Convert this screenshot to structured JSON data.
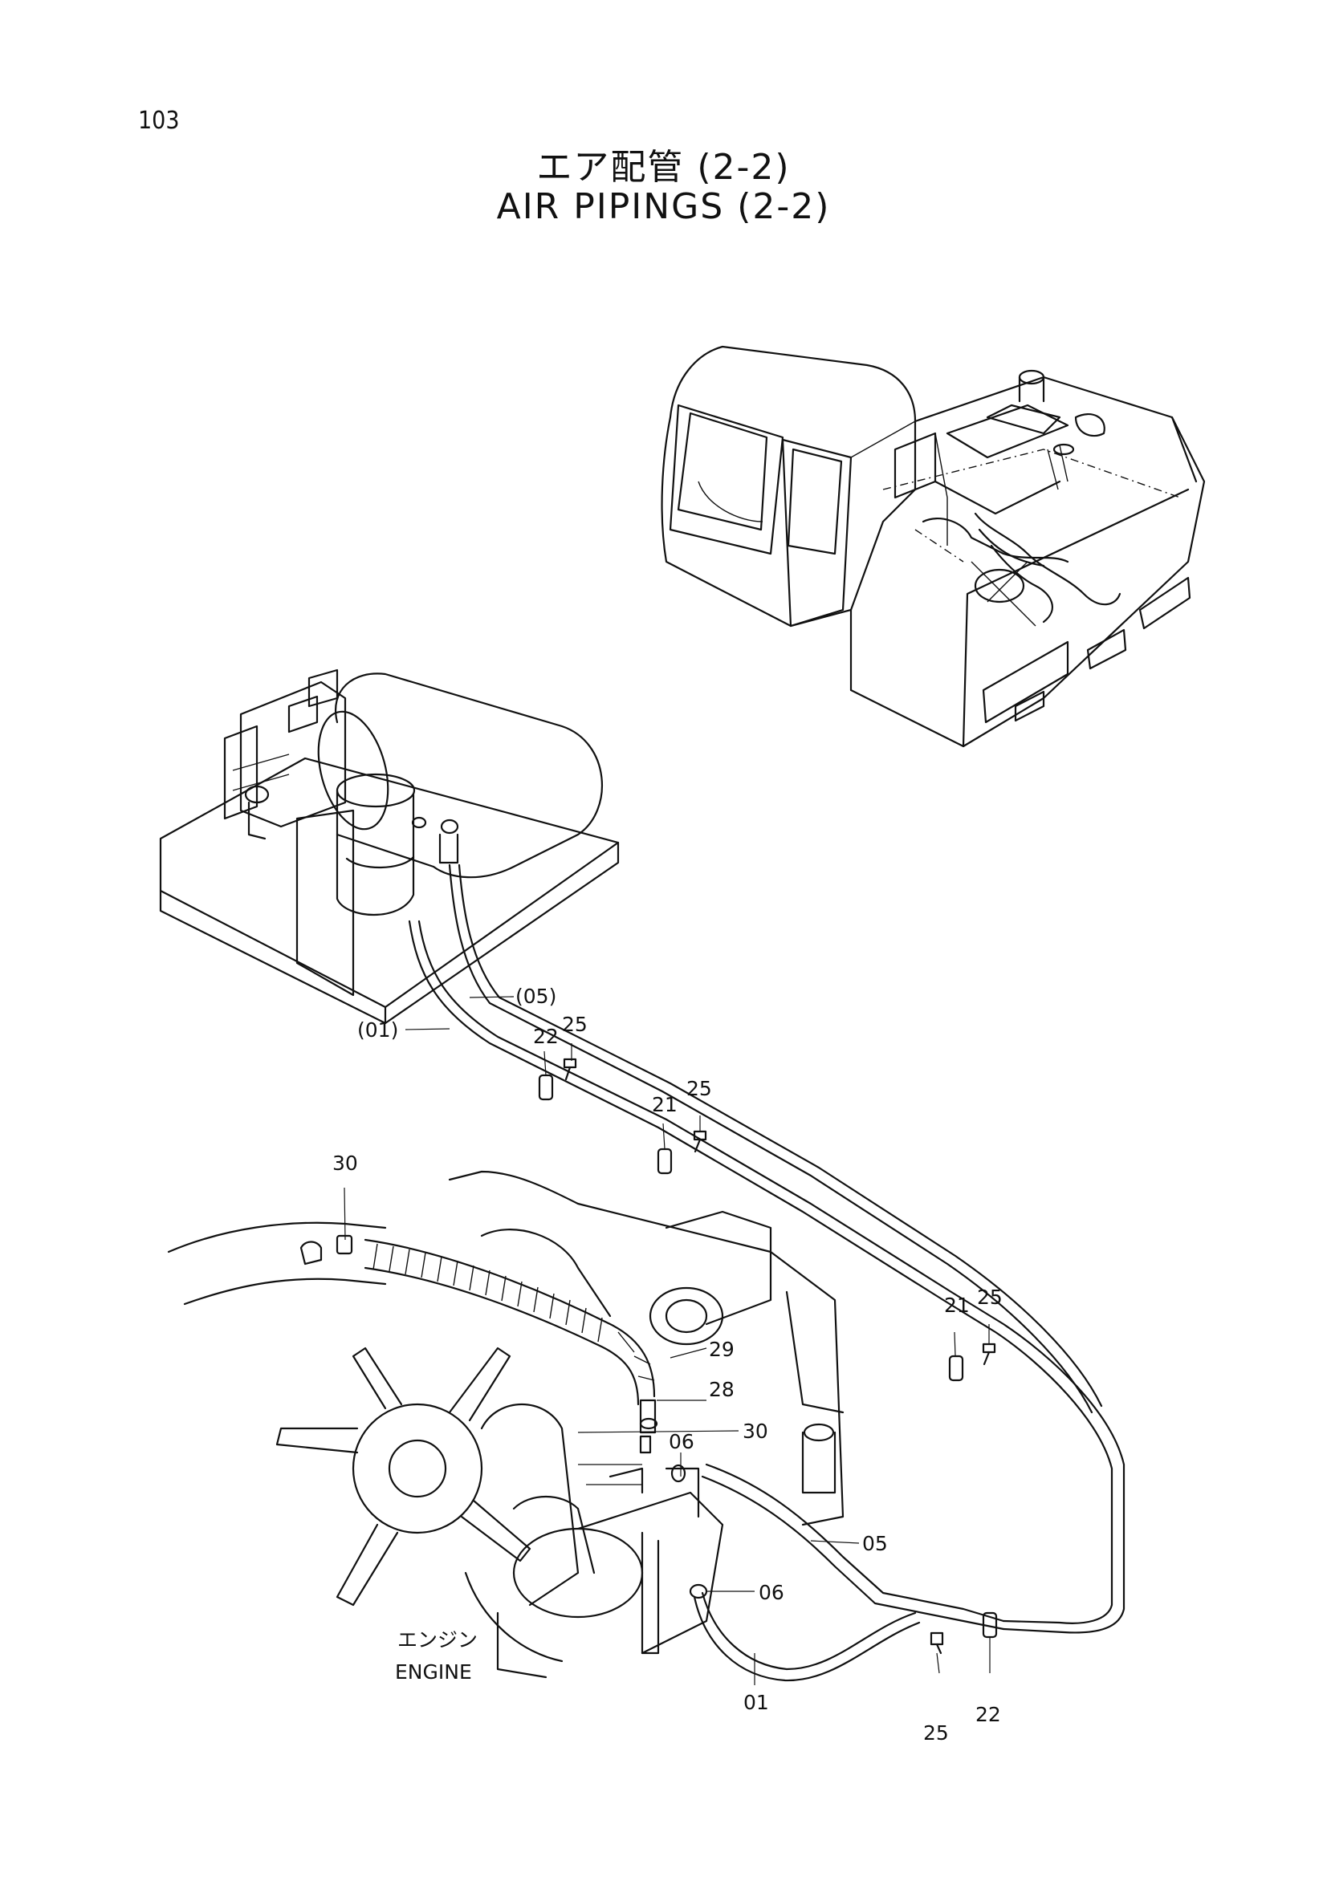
{
  "page_number": "103",
  "title_jp": "エア配管 (2-2)",
  "title_en": "AIR PIPINGS (2-2)",
  "engine_label_jp": "エンジン",
  "engine_label_en": "ENGINE",
  "callouts": {
    "hose_05_ref": "(05)",
    "hose_01_ref": "(01)",
    "c22_top": "22",
    "c25_top": "25",
    "c21_mid": "21",
    "c25_mid": "25",
    "c21_right": "21",
    "c25_right": "25",
    "c30_top": "30",
    "c29": "29",
    "c28": "28",
    "c30_low": "30",
    "c06_upper": "06",
    "c05": "05",
    "c06_lower": "06",
    "c01": "01",
    "c25_bottom": "25",
    "c22_bottom": "22"
  }
}
